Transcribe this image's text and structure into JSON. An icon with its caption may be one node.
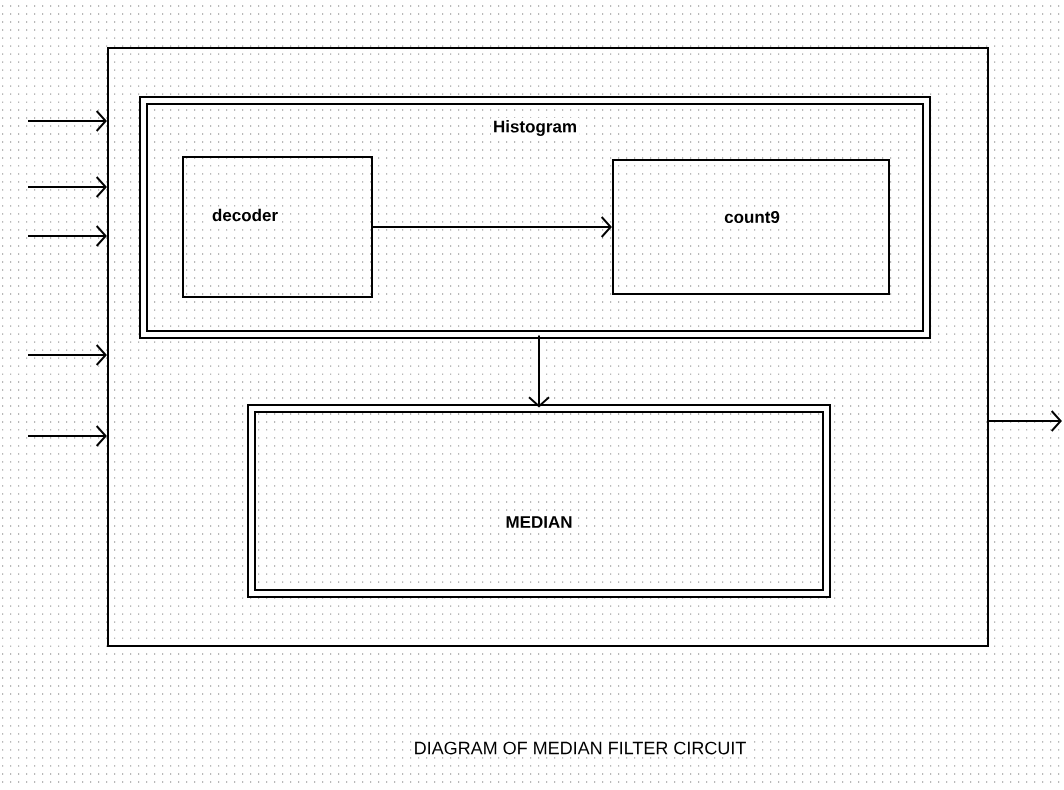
{
  "diagram": {
    "caption": "DIAGRAM OF MEDIAN FILTER CIRCUIT",
    "nodes": [
      {
        "text": [],
        "shape": "box"
      },
      {
        "text": [
          "Histogram"
        ],
        "in": 0
      },
      {
        "text": [
          "decoder"
        ],
        "in": 1
      },
      {
        "text": [
          "count9"
        ],
        "in": 1
      },
      {
        "text": [
          "MEDIAN"
        ],
        "in": 0
      }
    ],
    "edges": [
      {
        "from": null,
        "to": 0,
        "arrow": "to"
      },
      {
        "from": null,
        "to": 0,
        "arrow": "to"
      },
      {
        "from": null,
        "to": 0,
        "arrow": "to"
      },
      {
        "from": null,
        "to": 0,
        "arrow": "to"
      },
      {
        "from": null,
        "to": 0,
        "arrow": "to"
      },
      {
        "from": 2,
        "to": 3,
        "arrow": "to"
      },
      {
        "from": 1,
        "to": 4,
        "arrow": "to"
      },
      {
        "from": 0,
        "to": null,
        "arrow": "to"
      }
    ]
  }
}
